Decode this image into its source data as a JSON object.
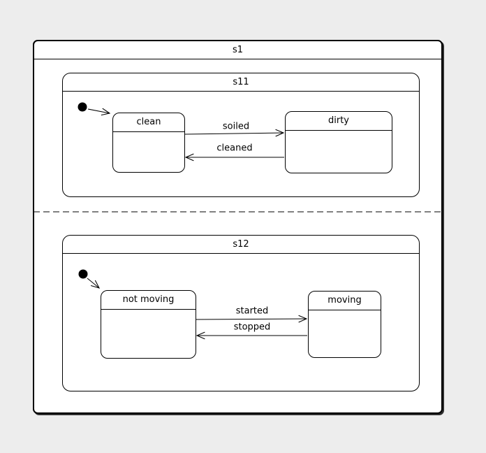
{
  "colors": {
    "page_background": "#ededed",
    "state_fill": "#ffffff",
    "stroke": "#000000",
    "shadow": "#2e2e2e"
  },
  "composite": {
    "label": "s1"
  },
  "regions": {
    "s11": {
      "label": "s11"
    },
    "s12": {
      "label": "s12"
    }
  },
  "states": {
    "clean": {
      "label": "clean"
    },
    "dirty": {
      "label": "dirty"
    },
    "not_moving": {
      "label": "not moving"
    },
    "moving": {
      "label": "moving"
    }
  },
  "transitions": {
    "soiled": {
      "label": "soiled",
      "from": "clean",
      "to": "dirty"
    },
    "cleaned": {
      "label": "cleaned",
      "from": "dirty",
      "to": "clean"
    },
    "started": {
      "label": "started",
      "from": "not moving",
      "to": "moving"
    },
    "stopped": {
      "label": "stopped",
      "from": "moving",
      "to": "not moving"
    }
  }
}
